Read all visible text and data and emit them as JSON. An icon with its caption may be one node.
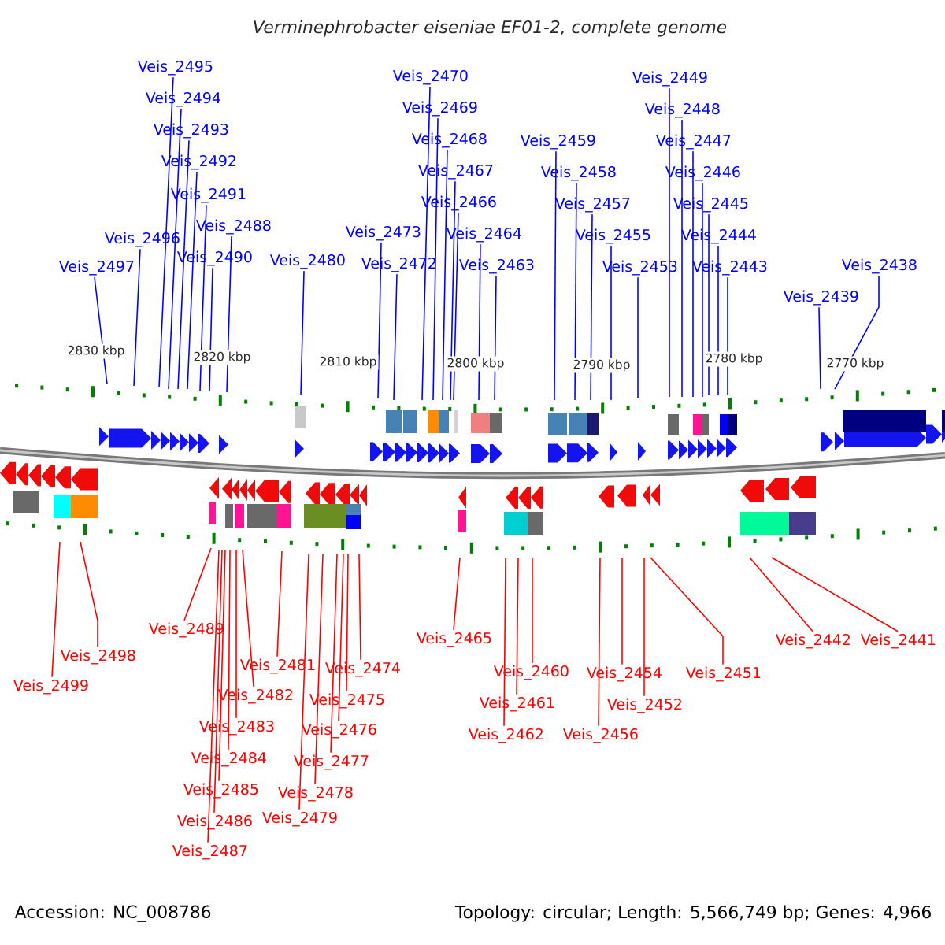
{
  "diagram": {
    "title": "Verminephrobacter eiseniae EF01-2, complete genome",
    "nodes": [
      {
        "text": [
          "Veis_2495"
        ]
      },
      {
        "text": [
          "Veis_2470"
        ]
      },
      {
        "text": [
          "Veis_2449"
        ]
      },
      {
        "text": [
          "Veis_2494"
        ]
      },
      {
        "text": [
          "Veis_2469"
        ]
      },
      {
        "text": [
          "Veis_2448"
        ]
      },
      {
        "text": [
          "Veis_2493"
        ]
      },
      {
        "text": [
          "Veis_2468"
        ]
      },
      {
        "text": [
          "Veis_2459"
        ]
      },
      {
        "text": [
          "Veis_2447"
        ]
      },
      {
        "text": [
          "Veis_2492"
        ]
      },
      {
        "text": [
          "Veis_2467"
        ]
      },
      {
        "text": [
          "Veis_2458"
        ]
      },
      {
        "text": [
          "Veis_2446"
        ]
      },
      {
        "text": [
          "Veis_2491"
        ]
      },
      {
        "text": [
          "Veis_2466"
        ]
      },
      {
        "text": [
          "Veis_2457"
        ]
      },
      {
        "text": [
          "Veis_2445"
        ]
      },
      {
        "text": [
          "Veis_2488"
        ]
      },
      {
        "text": [
          "Veis_2473"
        ]
      },
      {
        "text": [
          "Veis_2464"
        ]
      },
      {
        "text": [
          "Veis_2455"
        ]
      },
      {
        "text": [
          "Veis_2444"
        ]
      },
      {
        "text": [
          "Veis_2496"
        ]
      },
      {
        "text": [
          "Veis_2490"
        ]
      },
      {
        "text": [
          "Veis_2480"
        ]
      },
      {
        "text": [
          "Veis_2472"
        ]
      },
      {
        "text": [
          "Veis_2463"
        ]
      },
      {
        "text": [
          "Veis_2438"
        ]
      },
      {
        "text": [
          "Veis_2453"
        ]
      },
      {
        "text": [
          "Veis_2443"
        ]
      },
      {
        "text": [
          "Veis_2497"
        ]
      },
      {
        "text": [
          "Veis_2439"
        ]
      },
      {
        "text": [
          "Veis_2489"
        ]
      },
      {
        "text": [
          "Veis_2465"
        ]
      },
      {
        "text": [
          "Veis_2442"
        ]
      },
      {
        "text": [
          "Veis_2441"
        ]
      },
      {
        "text": [
          "Veis_2498"
        ]
      },
      {
        "text": [
          "Veis_2481"
        ]
      },
      {
        "text": [
          "Veis_2474"
        ]
      },
      {
        "text": [
          "Veis_2460"
        ]
      },
      {
        "text": [
          "Veis_2454"
        ]
      },
      {
        "text": [
          "Veis_2451"
        ]
      },
      {
        "text": [
          "Veis_2499"
        ]
      },
      {
        "text": [
          "Veis_2482"
        ]
      },
      {
        "text": [
          "Veis_2475"
        ]
      },
      {
        "text": [
          "Veis_2461"
        ]
      },
      {
        "text": [
          "Veis_2452"
        ]
      },
      {
        "text": [
          "Veis_2483"
        ]
      },
      {
        "text": [
          "Veis_2476"
        ]
      },
      {
        "text": [
          "Veis_2462"
        ]
      },
      {
        "text": [
          "Veis_2456"
        ]
      },
      {
        "text": [
          "Veis_2484"
        ]
      },
      {
        "text": [
          "Veis_2477"
        ]
      },
      {
        "text": [
          "Veis_2485"
        ]
      },
      {
        "text": [
          "Veis_2478"
        ]
      },
      {
        "text": [
          "Veis_2479"
        ]
      },
      {
        "text": [
          "Veis_2486"
        ]
      },
      {
        "text": [
          "Veis_2487"
        ]
      }
    ],
    "edges": [
      {
        "from": 0,
        "to": null,
        "arrow": "none"
      },
      {
        "from": 1,
        "to": null,
        "arrow": "none"
      },
      {
        "from": 2,
        "to": null,
        "arrow": "none"
      },
      {
        "from": 3,
        "to": null,
        "arrow": "none"
      },
      {
        "from": 4,
        "to": null,
        "arrow": "none"
      },
      {
        "from": 5,
        "to": null,
        "arrow": "none"
      },
      {
        "from": 6,
        "to": null,
        "arrow": "none"
      },
      {
        "from": 7,
        "to": null,
        "arrow": "none"
      },
      {
        "from": 8,
        "to": null,
        "arrow": "none"
      },
      {
        "from": 9,
        "to": null,
        "arrow": "none"
      },
      {
        "from": 10,
        "to": null,
        "arrow": "none"
      },
      {
        "from": 11,
        "to": null,
        "arrow": "none"
      },
      {
        "from": 12,
        "to": null,
        "arrow": "none"
      },
      {
        "from": 13,
        "to": null,
        "arrow": "none"
      },
      {
        "from": 14,
        "to": null,
        "arrow": "none"
      },
      {
        "from": 15,
        "to": null,
        "arrow": "none"
      },
      {
        "from": 16,
        "to": null,
        "arrow": "none"
      },
      {
        "from": 17,
        "to": null,
        "arrow": "none"
      },
      {
        "from": 18,
        "to": null,
        "arrow": "none"
      },
      {
        "from": 19,
        "to": null,
        "arrow": "none"
      },
      {
        "from": 20,
        "to": null,
        "arrow": "none"
      },
      {
        "from": 21,
        "to": null,
        "arrow": "none"
      },
      {
        "from": 22,
        "to": null,
        "arrow": "none"
      },
      {
        "from": 23,
        "to": null,
        "arrow": "none"
      },
      {
        "from": 24,
        "to": null,
        "arrow": "none"
      },
      {
        "from": 25,
        "to": null,
        "arrow": "none"
      },
      {
        "from": 26,
        "to": null,
        "arrow": "none"
      },
      {
        "from": 27,
        "to": null,
        "arrow": "none"
      },
      {
        "from": 28,
        "to": null,
        "arrow": "none"
      },
      {
        "from": 29,
        "to": null,
        "arrow": "none"
      },
      {
        "from": 30,
        "to": null,
        "arrow": "none"
      },
      {
        "from": 31,
        "to": null,
        "arrow": "none"
      },
      {
        "from": 32,
        "to": null,
        "arrow": "none"
      },
      {
        "from": 33,
        "to": null,
        "arrow": "none",
        "color": "#ff0000"
      },
      {
        "from": 34,
        "to": null,
        "arrow": "none",
        "color": "#ff0000"
      },
      {
        "from": 35,
        "to": null,
        "arrow": "none",
        "color": "#ff0000"
      },
      {
        "from": 36,
        "to": null,
        "arrow": "none",
        "color": "#ff0000"
      },
      {
        "from": 37,
        "to": null,
        "arrow": "none",
        "color": "#ff0000"
      },
      {
        "from": 38,
        "to": null,
        "arrow": "none",
        "color": "#ff0000"
      },
      {
        "from": 39,
        "to": null,
        "arrow": "none",
        "color": "#ff0000"
      },
      {
        "from": 40,
        "to": null,
        "arrow": "none",
        "color": "#ff0000"
      },
      {
        "from": 41,
        "to": null,
        "arrow": "none",
        "color": "#ff0000"
      },
      {
        "from": 42,
        "to": null,
        "arrow": "none",
        "color": "#ff0000"
      },
      {
        "from": 43,
        "to": null,
        "arrow": "none",
        "color": "#ff0000"
      },
      {
        "from": 44,
        "to": null,
        "arrow": "none",
        "color": "#ff0000"
      },
      {
        "from": 45,
        "to": null,
        "arrow": "none",
        "color": "#ff0000"
      },
      {
        "from": 46,
        "to": null,
        "arrow": "none",
        "color": "#ff0000"
      },
      {
        "from": 47,
        "to": null,
        "arrow": "none",
        "color": "#ff0000"
      },
      {
        "from": 48,
        "to": null,
        "arrow": "none",
        "color": "#ff0000"
      },
      {
        "from": 49,
        "to": null,
        "arrow": "none",
        "color": "#ff0000"
      },
      {
        "from": 50,
        "to": null,
        "arrow": "none",
        "color": "#ff0000"
      },
      {
        "from": 51,
        "to": null,
        "arrow": "none",
        "color": "#ff0000"
      },
      {
        "from": 52,
        "to": null,
        "arrow": "none",
        "color": "#ff0000"
      },
      {
        "from": 53,
        "to": null,
        "arrow": "none",
        "color": "#ff0000"
      },
      {
        "from": 54,
        "to": null,
        "arrow": "none",
        "color": "#ff0000"
      },
      {
        "from": 55,
        "to": null,
        "arrow": "none",
        "color": "#ff0000"
      },
      {
        "from": 56,
        "to": null,
        "arrow": "none",
        "color": "#ff0000"
      },
      {
        "from": 57,
        "to": null,
        "arrow": "none",
        "color": "#ff0000"
      },
      {
        "from": 58,
        "to": null,
        "arrow": "none",
        "color": "#ff0000"
      }
    ],
    "labels": [
      "2830 kbp",
      "2820 kbp",
      "2810 kbp",
      "2800 kbp",
      "2790 kbp",
      "2780 kbp",
      "2770 kbp",
      "Accession: NC_008786",
      "Topology: circular; Length: 5,566,749 bp; Genes: 4,966"
    ]
  }
}
